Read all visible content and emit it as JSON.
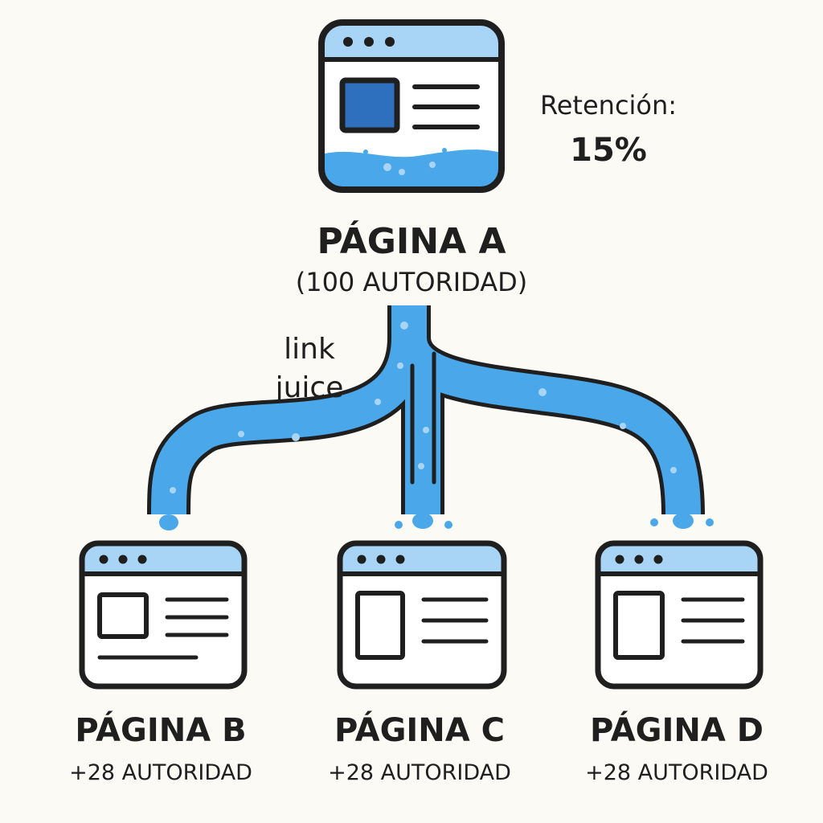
{
  "colors": {
    "background": "#fbfaf5",
    "outline": "#1f1f1f",
    "header_blue": "#a8d4f5",
    "flow_blue": "#4aa8ea",
    "dark_blue": "#2e6fbe",
    "white": "#ffffff"
  },
  "source": {
    "title": "PÁGINA A",
    "subtitle": "(100 AUTORIDAD)",
    "retention_label": "Retención:",
    "retention_value": "15%"
  },
  "flow_label": {
    "line1": "link",
    "line2": "juice"
  },
  "targets": [
    {
      "title": "PÁGINA B",
      "subtitle": "+28 AUTORIDAD"
    },
    {
      "title": "PÁGINA C",
      "subtitle": "+28 AUTORIDAD"
    },
    {
      "title": "PÁGINA D",
      "subtitle": "+28 AUTORIDAD"
    }
  ]
}
